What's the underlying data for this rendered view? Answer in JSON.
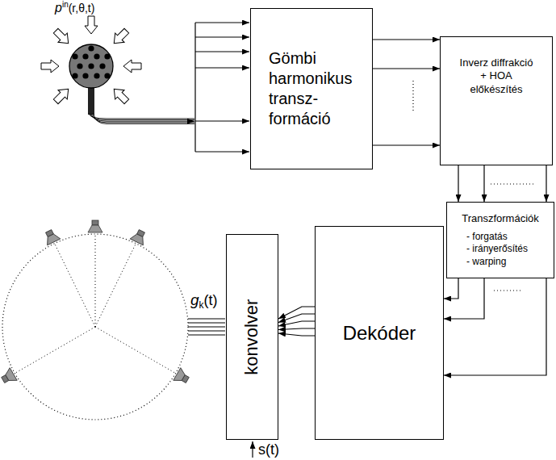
{
  "diagram": {
    "nodes": [
      {
        "text": [
          "Gömbi harmonikus transz- formáció"
        ]
      },
      {
        "text": [
          "Inverz diffrakció + HOA előkészítés"
        ]
      },
      {
        "text": [
          "Transzformációk",
          "- forgatás",
          "- irányerősítés",
          "- warping"
        ]
      },
      {
        "text": [
          "Dekóder"
        ]
      },
      {
        "text": [
          "konvolver"
        ]
      }
    ],
    "edges": [
      {
        "from": 0,
        "to": 1,
        "arrow": "to"
      },
      {
        "from": 1,
        "to": 2,
        "arrow": "to"
      },
      {
        "from": 2,
        "to": 3,
        "arrow": "to"
      },
      {
        "from": 3,
        "to": 4,
        "arrow": "to"
      }
    ],
    "labels": [
      "p",
      "in",
      "(r,θ,t)",
      "g",
      "k",
      "(t)",
      "s(t)"
    ]
  }
}
